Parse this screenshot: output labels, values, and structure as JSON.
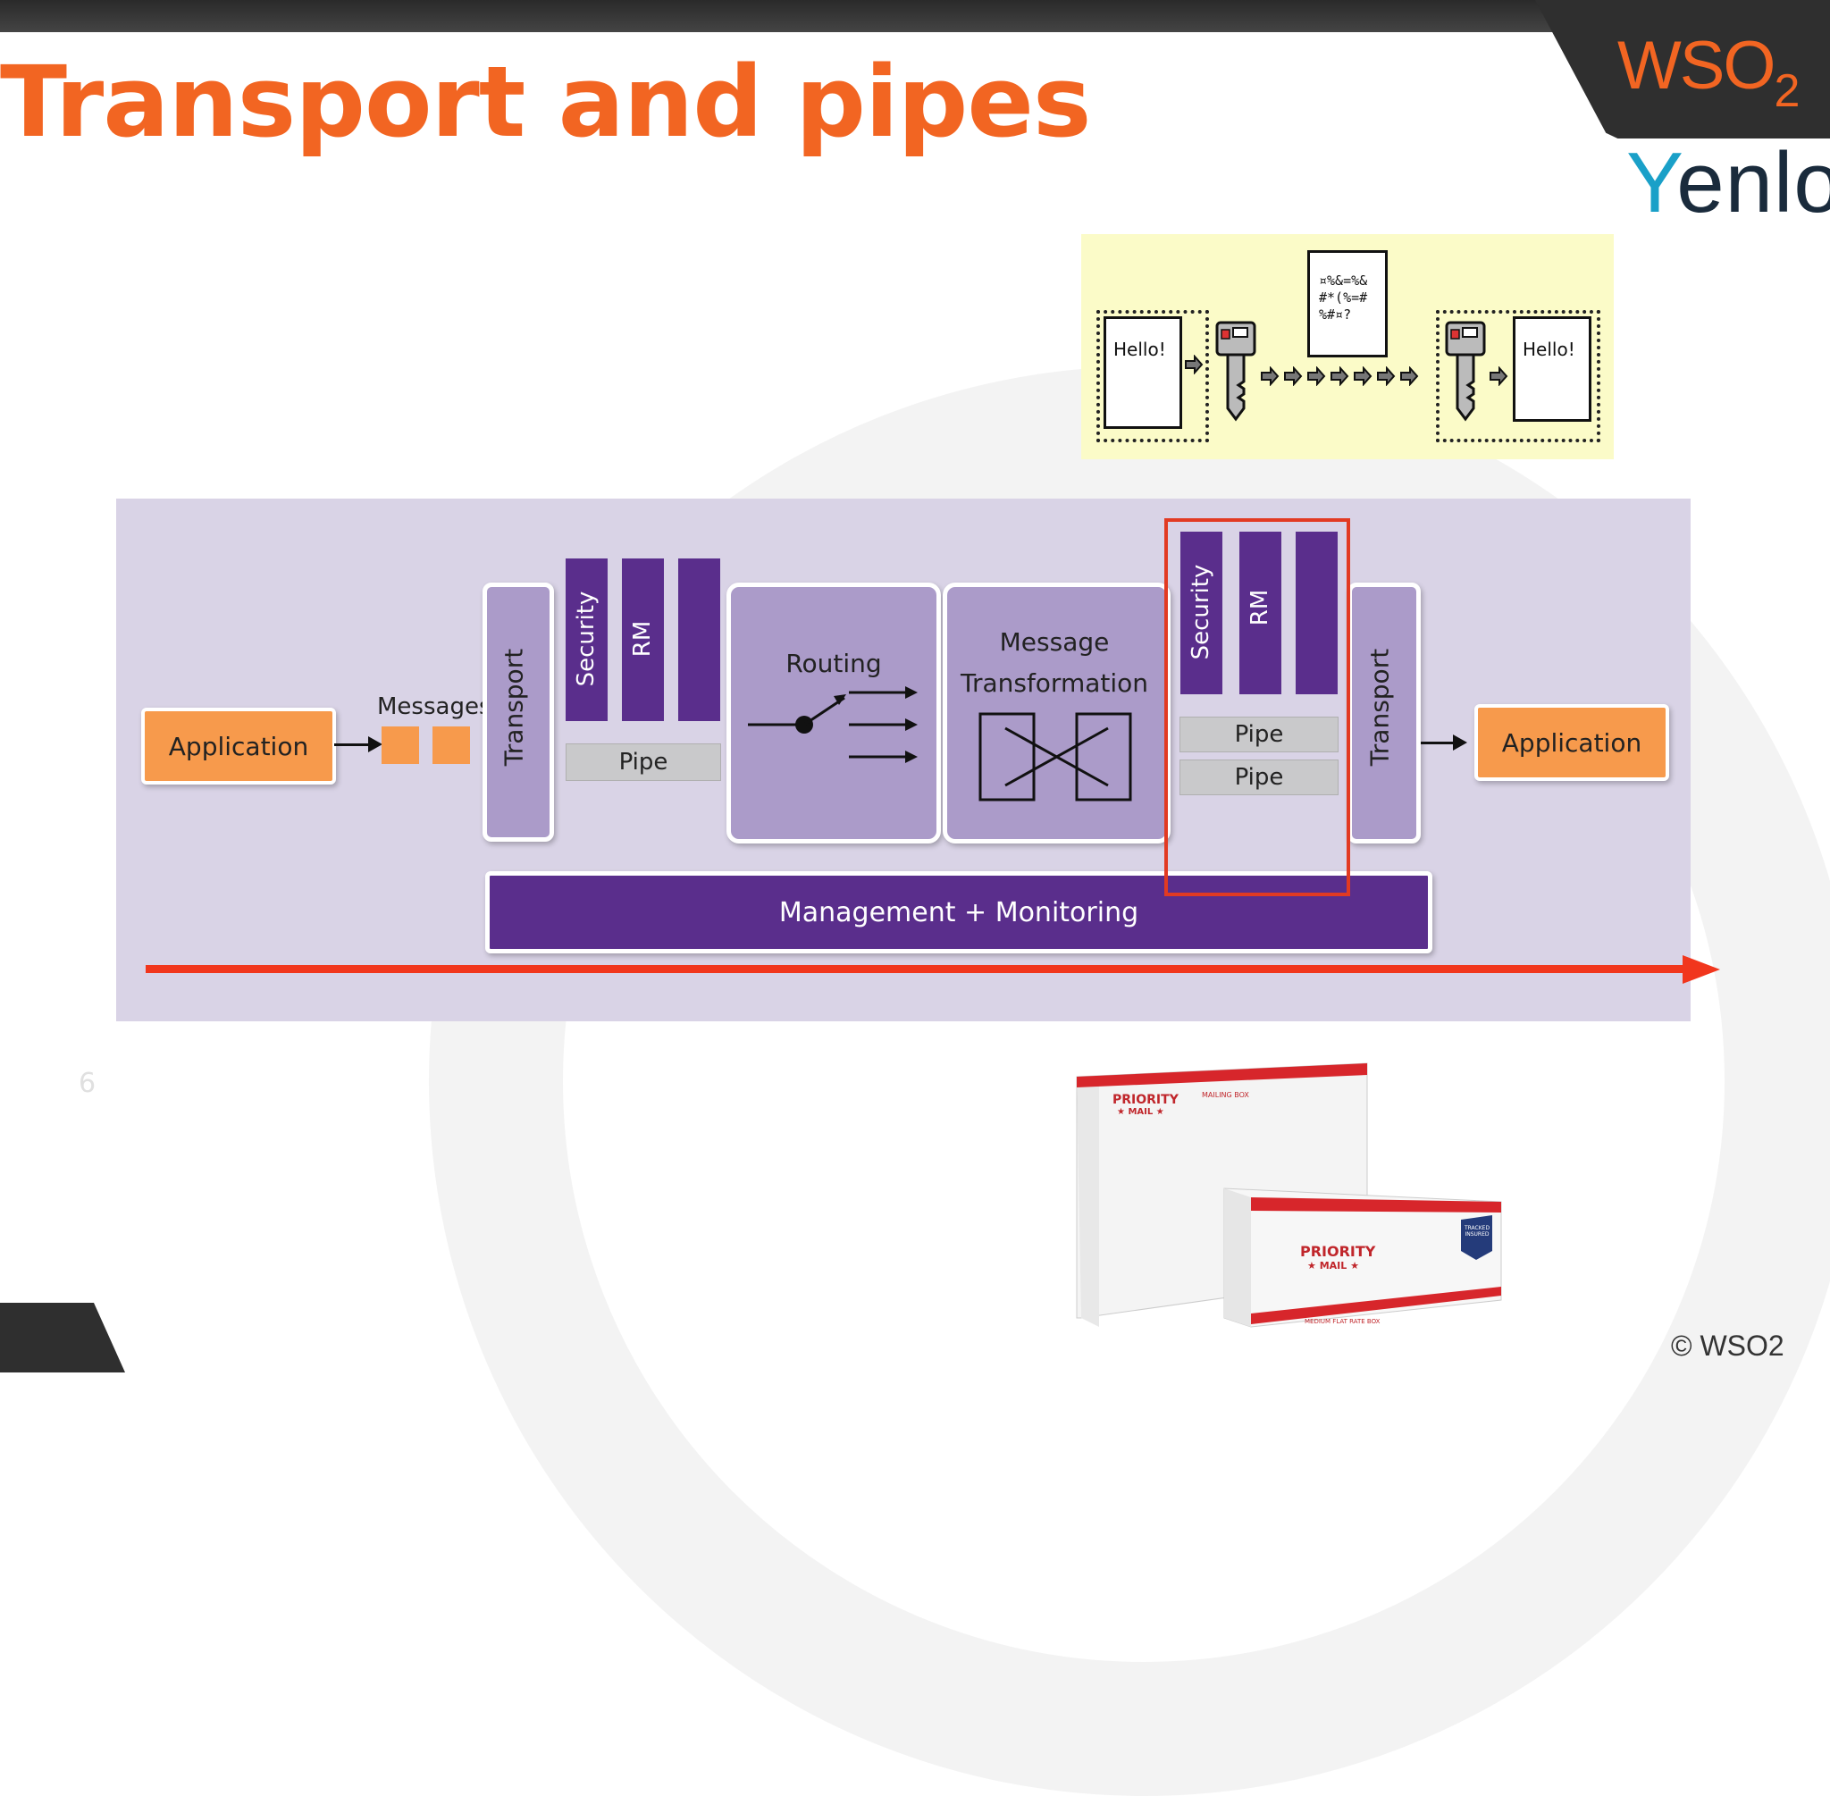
{
  "slide": {
    "title": "Transport and pipes",
    "page_number": "6",
    "copyright": "© WSO2",
    "logos": {
      "wso2": "WSO",
      "wso2_sub": "2",
      "yenlo_y": "Y",
      "yenlo_rest": "enlo"
    }
  },
  "diagram": {
    "app_left": "Application",
    "app_right": "Application",
    "messages_label": "Messages",
    "transport_left": "Transport",
    "transport_right": "Transport",
    "security_left": "Security",
    "rm_left": "RM",
    "pipe_left": "Pipe",
    "routing": "Routing",
    "message": "Message",
    "transformation": "Transformation",
    "security_right": "Security",
    "rm_right": "RM",
    "pipe_right_1": "Pipe",
    "pipe_right_2": "Pipe",
    "management": "Management + Monitoring"
  },
  "encryption_inset": {
    "plain_left": "Hello!",
    "plain_right": "Hello!",
    "cipher_line1": "¤%&=%&",
    "cipher_line2": "#*(%=#",
    "cipher_line3": "%#¤?"
  },
  "shipping_boxes": {
    "large_box_brand": "PRIORITY",
    "large_box_sub": "★ MAIL ★",
    "large_box_type": "MAILING BOX",
    "small_box_brand": "PRIORITY",
    "small_box_sub": "★ MAIL ★",
    "small_box_type": "MEDIUM FLAT RATE BOX",
    "badge": "TRACKED INSURED"
  },
  "colors": {
    "accent_orange": "#f26522",
    "purple_dark": "#5a2e8c",
    "lavender": "#ab9bc9",
    "panel": "#d9d3e6",
    "red_highlight": "#e23a22"
  }
}
